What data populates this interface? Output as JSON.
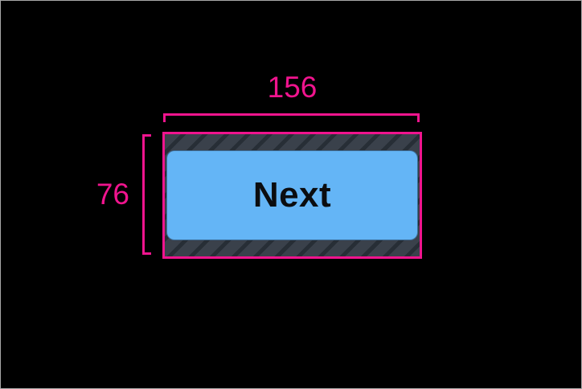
{
  "annotations": {
    "width_label": "156",
    "height_label": "76"
  },
  "button": {
    "label": "Next"
  },
  "colors": {
    "background": "#000000",
    "frame-border": "#a8a8a8",
    "annotation-pink": "#f0148e",
    "button-blue": "#64b5f6",
    "button-text": "#0b0d10",
    "hatch-base": "#3a414b",
    "hatch-stripe": "#272e36"
  }
}
